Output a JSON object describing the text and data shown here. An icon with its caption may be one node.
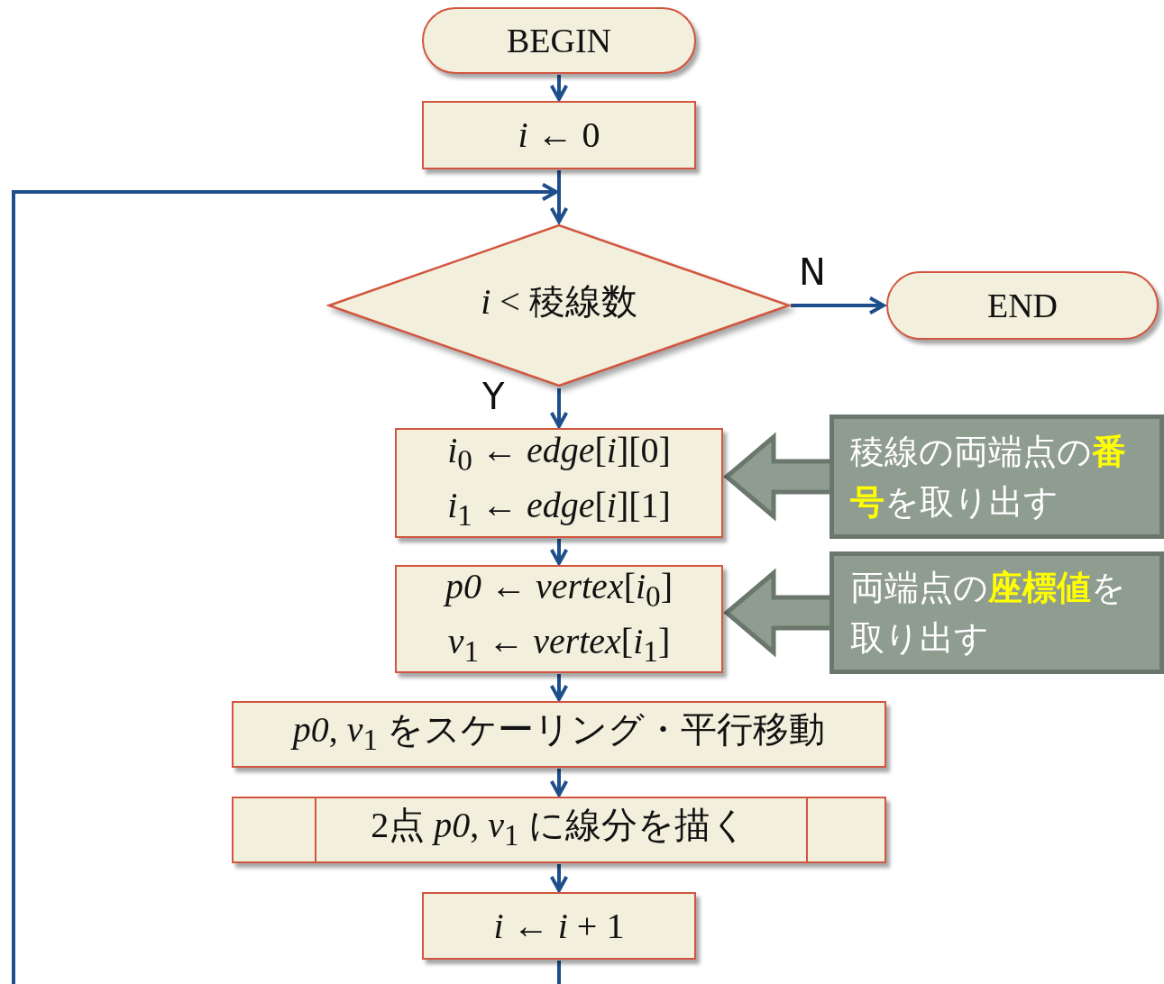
{
  "diagram": {
    "nodes": [
      {
        "text": [
          "BEGIN"
        ]
      },
      {
        "text": [
          "*i* ← 0"
        ]
      },
      {
        "text": [
          "*i* < 稜線数"
        ]
      },
      {
        "text": [
          "END"
        ]
      },
      {
        "text": [
          "*i*$_{0}$ ← *edge*[*i*][0]",
          "*i*$_{1}$ ← *edge*[*i*][1]"
        ]
      },
      {
        "text": [
          "*p0* ← *vertex*[*i*$_{0}$]",
          "*v*$_{1}$ ← *vertex*[*i*$_{1}$]"
        ]
      },
      {
        "text": [
          "*p0*, *v*$_{1}$ をスケーリング・平行移動"
        ]
      },
      {
        "text": [
          "2点 *p0*, *v*$_{1}$ に線分を描く"
        ]
      },
      {
        "text": [
          "*i* ← *i* + 1"
        ]
      },
      {
        "text": [
          "稜線の両端点の**番号**を取り出す"
        ]
      },
      {
        "text": [
          "両端点の**座標値**を取り出す"
        ]
      }
    ],
    "edges": [
      {
        "from": 0,
        "to": 1,
        "arrow": "to"
      },
      {
        "from": 1,
        "to": 2,
        "arrow": "to"
      },
      {
        "from": 2,
        "to": 3,
        "arrow": "to",
        "label": "N"
      },
      {
        "from": 2,
        "to": 4,
        "arrow": "to",
        "label": "Y"
      },
      {
        "from": 4,
        "to": 5,
        "arrow": "to"
      },
      {
        "from": 5,
        "to": 6,
        "arrow": "to"
      },
      {
        "from": 6,
        "to": 7,
        "arrow": "to"
      },
      {
        "from": 7,
        "to": 8,
        "arrow": "to"
      },
      {
        "from": 8,
        "to": 2,
        "arrow": "to"
      },
      {
        "from": 9,
        "to": 4,
        "arrow": "to",
        "style": "thick",
        "color": "#8f9c90"
      },
      {
        "from": 10,
        "to": 5,
        "arrow": "to",
        "style": "thick",
        "color": "#8f9c90"
      }
    ]
  }
}
